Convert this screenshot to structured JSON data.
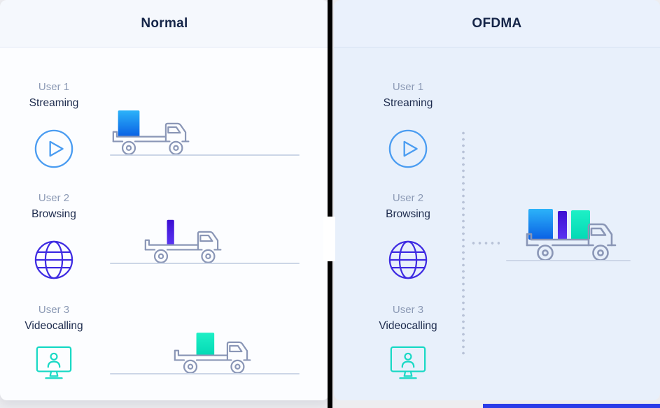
{
  "page": {
    "background": "#ededf0",
    "divider_color": "#000000",
    "footer_bar_color": "#2b3ce8"
  },
  "panels": [
    {
      "id": "normal",
      "title": "Normal",
      "users": [
        {
          "label": "User 1",
          "activity": "Streaming",
          "icon": "play-icon",
          "accent_color": "#4a9cf1"
        },
        {
          "label": "User 2",
          "activity": "Browsing",
          "icon": "globe-icon",
          "accent_color": "#3e2be2"
        },
        {
          "label": "User 3",
          "activity": "Videocalling",
          "icon": "videocall-icon",
          "accent_color": "#19d9c5"
        }
      ],
      "trucks": [
        {
          "cargo": [
            "streaming-package"
          ]
        },
        {
          "cargo": [
            "browsing-package"
          ]
        },
        {
          "cargo": [
            "videocalling-package"
          ]
        }
      ]
    },
    {
      "id": "ofdma",
      "title": "OFDMA",
      "users": [
        {
          "label": "User 1",
          "activity": "Streaming",
          "icon": "play-icon",
          "accent_color": "#4a9cf1"
        },
        {
          "label": "User 2",
          "activity": "Browsing",
          "icon": "globe-icon",
          "accent_color": "#3e2be2"
        },
        {
          "label": "User 3",
          "activity": "Videocalling",
          "icon": "videocall-icon",
          "accent_color": "#19d9c5"
        }
      ],
      "trucks": [
        {
          "cargo": [
            "streaming-package",
            "browsing-package",
            "videocalling-package"
          ]
        }
      ]
    }
  ],
  "packages": {
    "streaming": {
      "gradient_top": "#2cb3f9",
      "gradient_bottom": "#0a60e4"
    },
    "browsing": {
      "gradient_top": "#3c0ed2",
      "gradient_bottom": "#5a35f2"
    },
    "videocalling": {
      "gradient_top": "#1ef0c6",
      "gradient_bottom": "#03d9b5"
    }
  },
  "truck": {
    "outline_color": "#8a96b6",
    "road_color": "#ccd6e7"
  },
  "connector": {
    "dot_color": "#b9c3d8"
  }
}
